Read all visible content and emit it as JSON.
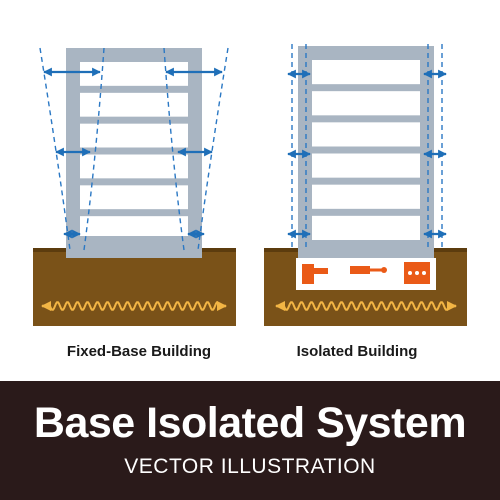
{
  "diagram": {
    "left_label": "Fixed-Base Building",
    "right_label": "Isolated Building"
  },
  "banner": {
    "title": "Base Isolated System",
    "subtitle": "VECTOR ILLUSTRATION"
  },
  "colors": {
    "frame": "#a9b5c2",
    "ground": "#7a5218",
    "ground_edge": "#5c3c0e",
    "arrow": "#1f6fb8",
    "guide_line": "#2b78c4",
    "wave": "#f2b544",
    "isolator": "#ea5a17",
    "banner_bg": "#2a1a1a"
  }
}
